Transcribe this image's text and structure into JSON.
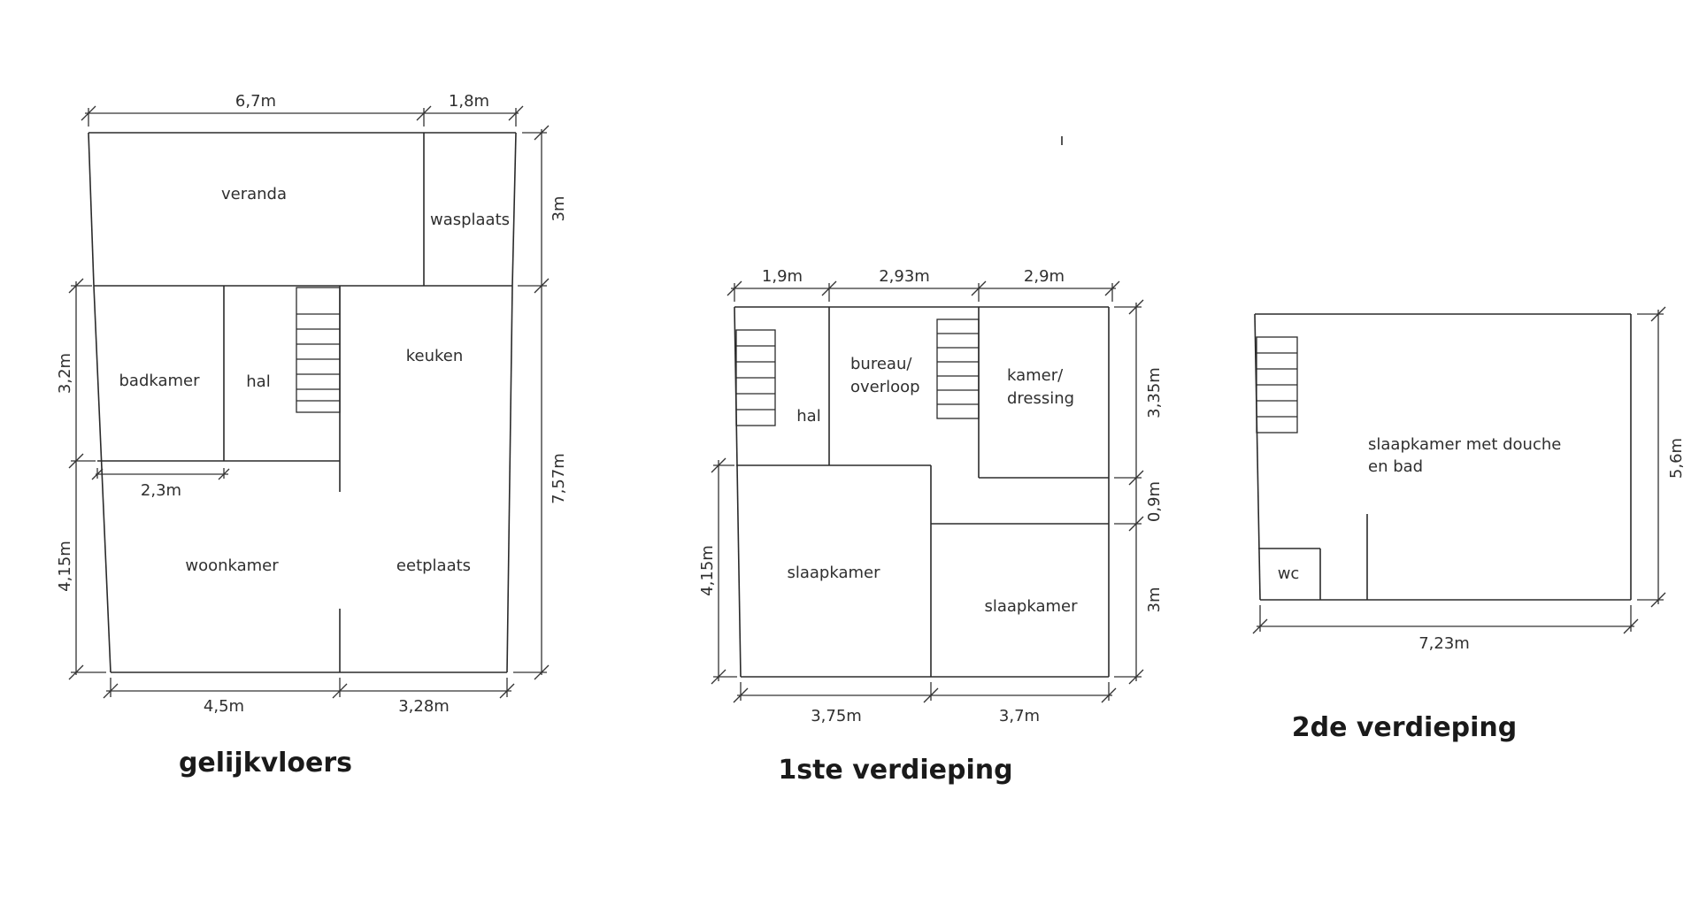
{
  "floors": {
    "ground": {
      "title": "gelijkvloers",
      "rooms": {
        "veranda": "veranda",
        "wasplaats": "wasplaats",
        "badkamer": "badkamer",
        "hal": "hal",
        "keuken": "keuken",
        "woonkamer": "woonkamer",
        "eetplaats": "eetplaats"
      },
      "dims": {
        "top_left": "6,7m",
        "top_right": "1,8m",
        "right_upper": "3m",
        "right_lower": "7,57m",
        "left_upper": "3,2m",
        "left_lower": "4,15m",
        "inner": "2,3m",
        "bottom_left": "4,5m",
        "bottom_right": "3,28m"
      }
    },
    "first": {
      "title": "1ste verdieping",
      "rooms": {
        "hal": "hal",
        "bureau_line1": "bureau/",
        "bureau_line2": "overloop",
        "kamer_line1": "kamer/",
        "kamer_line2": "dressing",
        "slaapkamer_left": "slaapkamer",
        "slaapkamer_right": "slaapkamer"
      },
      "dims": {
        "top_1": "1,9m",
        "top_2": "2,93m",
        "top_3": "2,9m",
        "right_1": "3,35m",
        "right_2": "0,9m",
        "right_3": "3m",
        "left": "4,15m",
        "bottom_left": "3,75m",
        "bottom_right": "3,7m"
      }
    },
    "second": {
      "title": "2de verdieping",
      "rooms": {
        "slaapkamer_line1": "slaapkamer met douche",
        "slaapkamer_line2": "en bad",
        "wc": "wc"
      },
      "dims": {
        "right": "5,6m",
        "bottom": "7,23m"
      }
    }
  }
}
